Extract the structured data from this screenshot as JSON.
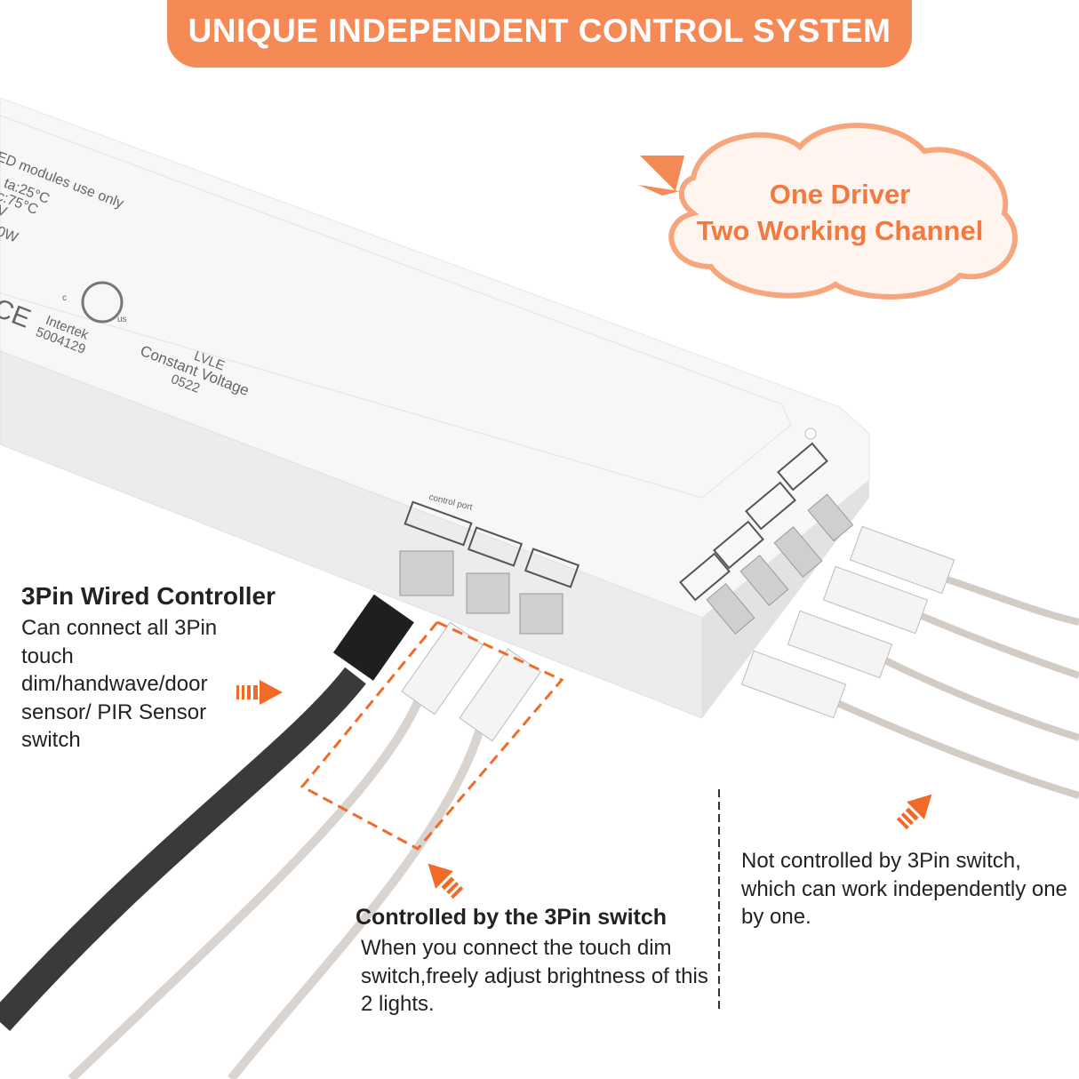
{
  "header": {
    "title": "UNIQUE INDEPENDENT CONTROL SYSTEM"
  },
  "bubble": {
    "line1": "One Driver",
    "line2": "Two Working Channel"
  },
  "driver_label": {
    "line1": "ED modules use only",
    "line2": "ta:25°C",
    "line3": "c:75°C",
    "line4": "V",
    "line5": "0W",
    "cert_mark": "CE",
    "etl_c": "c",
    "etl_us": "us",
    "intertek": "Intertek",
    "intertek_no": "5004129",
    "model": "LVLE",
    "type": "Constant Voltage",
    "code": "0522",
    "control_port": "control port"
  },
  "left_callout": {
    "title": "3Pin Wired Controller",
    "text": "Can connect all 3Pin touch dim/handwave/door sensor/ PIR Sensor switch"
  },
  "bottom_callout": {
    "title": "Controlled by the 3Pin switch",
    "text": "When you connect the touch dim switch,freely adjust brightness of this 2 lights."
  },
  "right_callout": {
    "text": "Not controlled by 3Pin switch, which can work independently one by one."
  },
  "colors": {
    "accent": "#f58a57",
    "accent_text": "#f2793f",
    "arrow": "#f06a28"
  }
}
